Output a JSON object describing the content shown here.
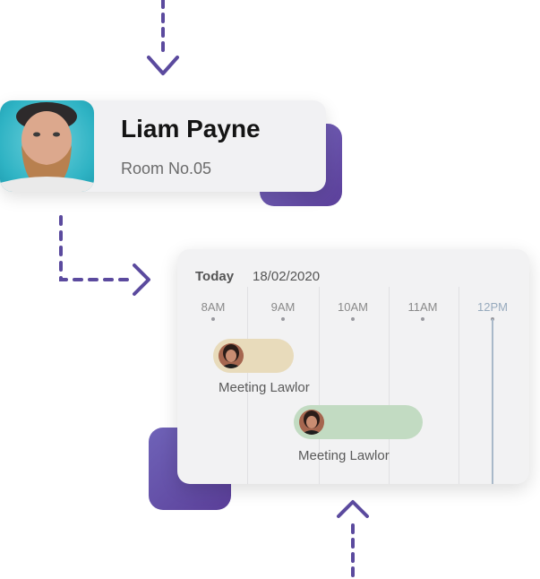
{
  "profile": {
    "name": "Liam Payne",
    "room": "Room No.05"
  },
  "calendar": {
    "today_label": "Today",
    "date": "18/02/2020",
    "times": [
      "8AM",
      "9AM",
      "10AM",
      "11AM",
      "12PM"
    ],
    "events": [
      {
        "title": "Meeting Lawlor"
      },
      {
        "title": "Meeting Lawlor"
      }
    ]
  },
  "colors": {
    "accent": "#5b4a9e",
    "event_1": "#e8dbbb",
    "event_2": "#c2dbc2",
    "current_time_line": "#a9b9c9"
  },
  "icons": {
    "top_arrow": "arrow-down-dashed-icon",
    "middle_arrow": "arrow-right-dashed-icon",
    "bottom_arrow": "arrow-up-dashed-icon"
  }
}
